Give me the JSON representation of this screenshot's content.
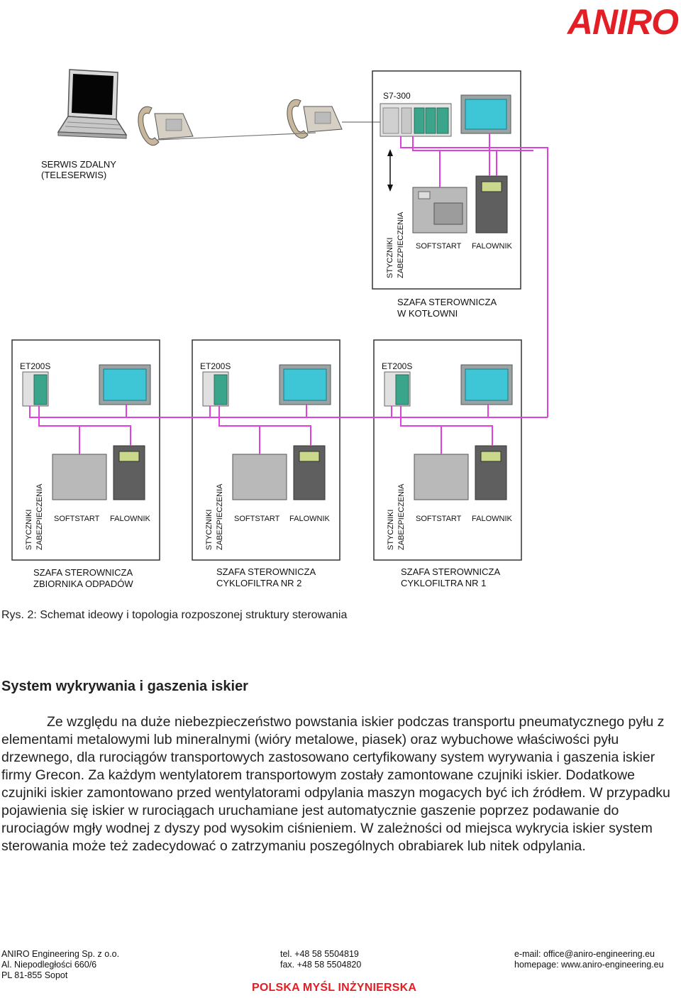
{
  "header": {
    "logo_text": "ANIRO",
    "brand_color": "#e31e24"
  },
  "diagram": {
    "remote_service_label": [
      "SERWIS ZDALNY",
      "(TELESERWIS)"
    ],
    "main_cabinet": {
      "plc_label": "S7-300",
      "vertical_label": [
        "STYCZNIKI",
        "ZABEZPIECZENIA"
      ],
      "softstart_label": "SOFTSTART",
      "inverter_label": "FALOWNIK",
      "caption": [
        "SZAFA STEROWNICZA",
        "W KOTŁOWNI"
      ]
    },
    "field_cabinets": [
      {
        "io_label": "ET200S",
        "vertical_label": [
          "STYCZNIKI",
          "ZABEZPIECZENIA"
        ],
        "softstart_label": "SOFTSTART",
        "inverter_label": "FALOWNIK",
        "caption": [
          "SZAFA STEROWNICZA",
          "ZBIORNIKA ODPADÓW"
        ]
      },
      {
        "io_label": "ET200S",
        "vertical_label": [
          "STYCZNIKI",
          "ZABEZPIECZENIA"
        ],
        "softstart_label": "SOFTSTART",
        "inverter_label": "FALOWNIK",
        "caption": [
          "SZAFA STEROWNICZA",
          "CYKLOFILTRA NR 2"
        ]
      },
      {
        "io_label": "ET200S",
        "vertical_label": [
          "STYCZNIKI",
          "ZABEZPIECZENIA"
        ],
        "softstart_label": "SOFTSTART",
        "inverter_label": "FALOWNIK",
        "caption": [
          "SZAFA STEROWNICZA",
          "CYKLOFILTRA NR 1"
        ]
      }
    ],
    "bus_color": "#e040e0"
  },
  "figure_caption": "Rys. 2:  Schemat ideowy i topologia rozposzonej struktury sterowania",
  "section": {
    "title": "System wykrywania i gaszenia iskier",
    "paragraph": "Ze względu na duże niebezpieczeństwo powstania iskier podczas transportu pneumatycznego pyłu z elementami metalowymi lub mineralnymi (wióry metalowe, piasek) oraz wybuchowe właściwości pyłu drzewnego, dla rurociągów transportowych zastosowano certyfikowany system wyrywania i gaszenia iskier firmy Grecon. Za każdym wentylatorem transportowym zostały zamontowane czujniki iskier. Dodatkowe czujniki iskier zamontowano przed wentylatorami odpylania maszyn mogacych być ich źródłem. W przypadku pojawienia się iskier w rurociągach uruchamiane jest automatycznie gaszenie poprzez podawanie do rurociagów mgły wodnej z dyszy pod wysokim ciśnieniem. W zależności od miejsca wykrycia iskier system sterowania może też zadecydować o zatrzymaniu poszególnych obrabiarek lub nitek odpylania."
  },
  "footer": {
    "col1": [
      "ANIRO Engineering Sp. z o.o.",
      "Al. Niepodległości 660/6",
      "PL 81-855 Sopot"
    ],
    "col2": [
      "tel. +48 58 5504819",
      "fax. +48 58 5504820"
    ],
    "col3": [
      "e-mail: office@aniro-engineering.eu",
      "homepage: www.aniro-engineering.eu"
    ],
    "slogan": "POLSKA MYŚL INŻYNIERSKA"
  }
}
